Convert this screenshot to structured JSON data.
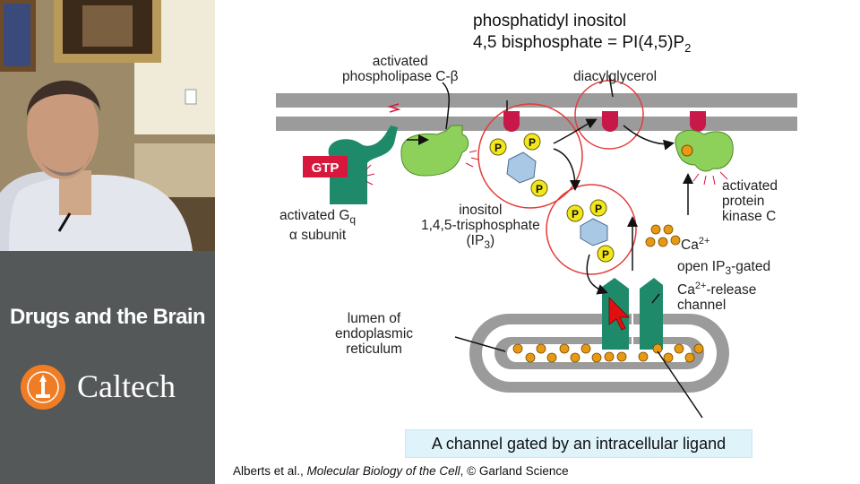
{
  "sidebar": {
    "course_title": "Drugs and the Brain",
    "institution": "Caltech",
    "logo_icon": "caltech-seal-icon",
    "brand_color": "#555858",
    "seal_color": "#f07c26"
  },
  "diagram": {
    "pip2_line1": "phosphatidyl inositol",
    "pip2_line2_prefix": "4,5 bisphosphate = PI(4,5)P",
    "pip2_line2_sub": "2",
    "plc_line1": "activated",
    "plc_line2": "phospholipase C-β",
    "dag": "diacylglycerol",
    "gtp": "GTP",
    "gq_line1_prefix": "activated G",
    "gq_line1_sub": "q",
    "gq_line2": "α subunit",
    "ip3_line1": "inositol",
    "ip3_line2": "1,4,5-trisphosphate",
    "ip3_line3_prefix": "(IP",
    "ip3_line3_sub": "3",
    "ip3_line3_suffix": ")",
    "pkc_line1": "activated",
    "pkc_line2": "protein",
    "pkc_line3": "kinase C",
    "ca_prefix": "Ca",
    "ca_sup": "2+",
    "chan_line1_prefix": "open IP",
    "chan_line1_sub": "3",
    "chan_line1_suffix": "-gated",
    "chan_line2_prefix": "Ca",
    "chan_line2_sup": "2+",
    "chan_line2_suffix": "-release",
    "chan_line3": "channel",
    "er_line1": "lumen of",
    "er_line2": "endoplasmic",
    "er_line3": "reticulum",
    "phosphate": "P",
    "caption": "A channel gated by an intracellular ligand",
    "credit_prefix": "Alberts et al., ",
    "credit_title": "Molecular Biology of the Cell",
    "credit_suffix": ", © Garland Science"
  },
  "colors": {
    "membrane": "#9b9b9b",
    "enzyme_green": "#8ed15a",
    "channel_teal": "#1f8a6a",
    "gtp_red": "#d8173c",
    "highlight_circle": "#e53a3a",
    "phosphate_yellow": "#f2e61c",
    "inositol_blue": "#a8c8e6",
    "calcium_orange": "#e69a14",
    "caption_bg": "#dff3fb"
  }
}
